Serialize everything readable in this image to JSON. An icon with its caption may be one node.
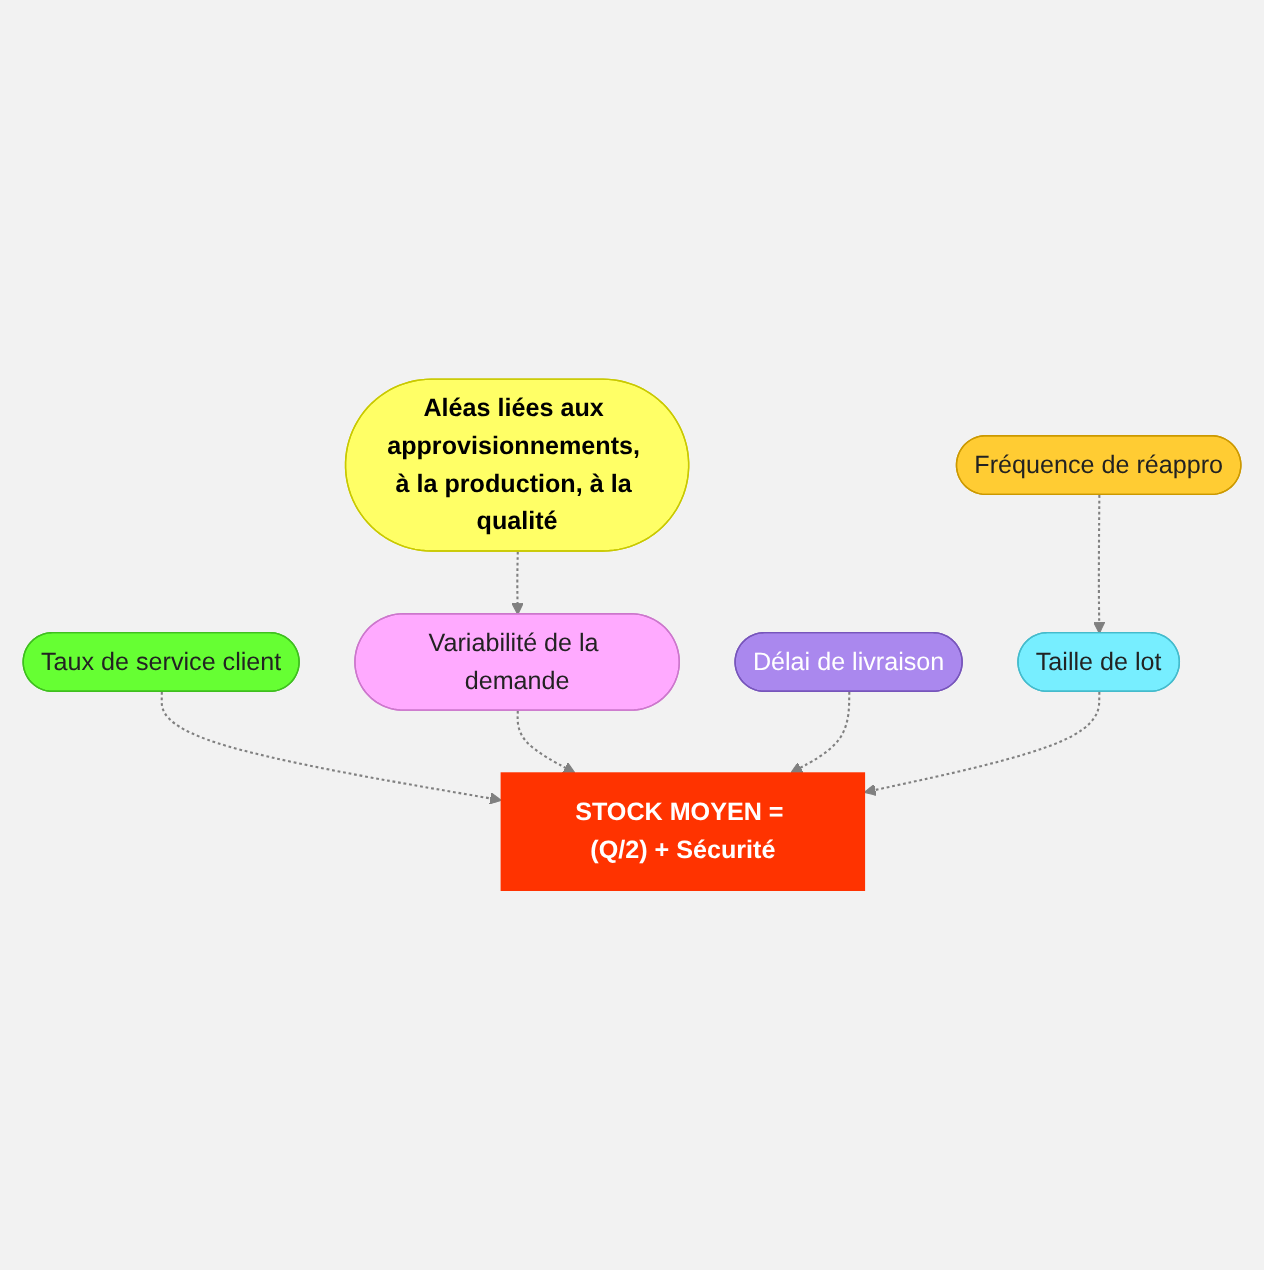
{
  "diagram": {
    "nodes": [
      {
        "text": [
          "Aléas liées aux approvisionnements, à la production, à la qualité"
        ]
      },
      {
        "text": [
          "Taux de service client"
        ]
      },
      {
        "text": [
          "Variabilité de la demande"
        ]
      },
      {
        "text": [
          "STOCK MOYEN = (Q/2) + Sécurité"
        ]
      },
      {
        "text": [
          "Taille de lot"
        ]
      },
      {
        "text": [
          "Délai de livraison"
        ]
      },
      {
        "text": [
          "Fréquence de réappro"
        ]
      }
    ],
    "edges": [
      {
        "from": 0,
        "to": 2,
        "arrow": "to",
        "style": "dashed"
      },
      {
        "from": 1,
        "to": 3,
        "arrow": "to",
        "style": "dashed"
      },
      {
        "from": 2,
        "to": 3,
        "arrow": "to",
        "style": "dashed"
      },
      {
        "from": 5,
        "to": 3,
        "arrow": "to",
        "style": "dashed"
      },
      {
        "from": 4,
        "to": 3,
        "arrow": "to",
        "style": "dashed"
      },
      {
        "from": 6,
        "to": 4,
        "arrow": "to",
        "style": "dashed"
      }
    ]
  }
}
